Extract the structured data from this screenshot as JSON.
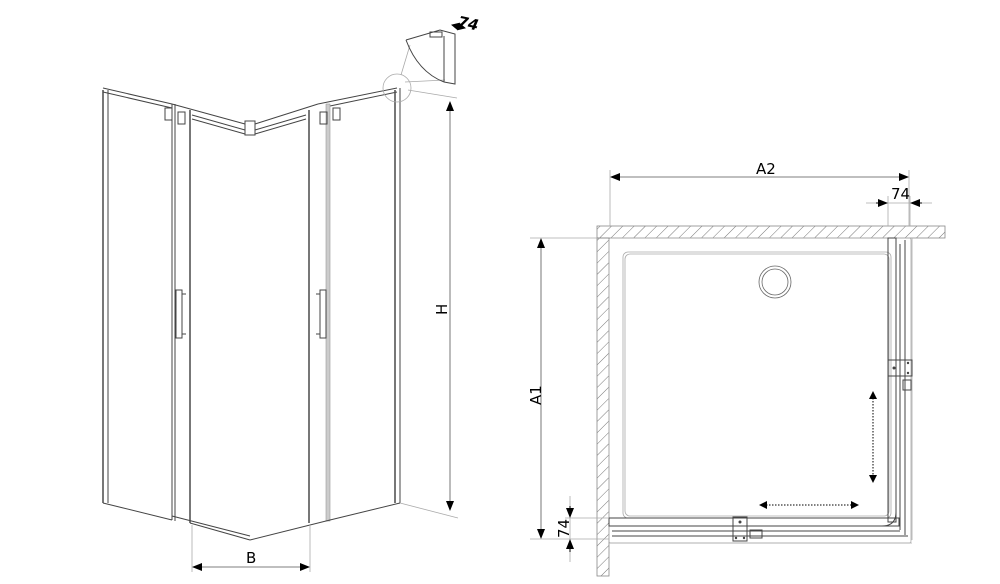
{
  "isometric_view": {
    "height_label": "H",
    "width_label": "B",
    "detail_label": "74"
  },
  "plan_view": {
    "width_label": "A2",
    "depth_label": "A1",
    "profile_top_label": "74",
    "profile_left_label": "74"
  },
  "colors": {
    "line": "#444444",
    "hatch": "#888888"
  }
}
